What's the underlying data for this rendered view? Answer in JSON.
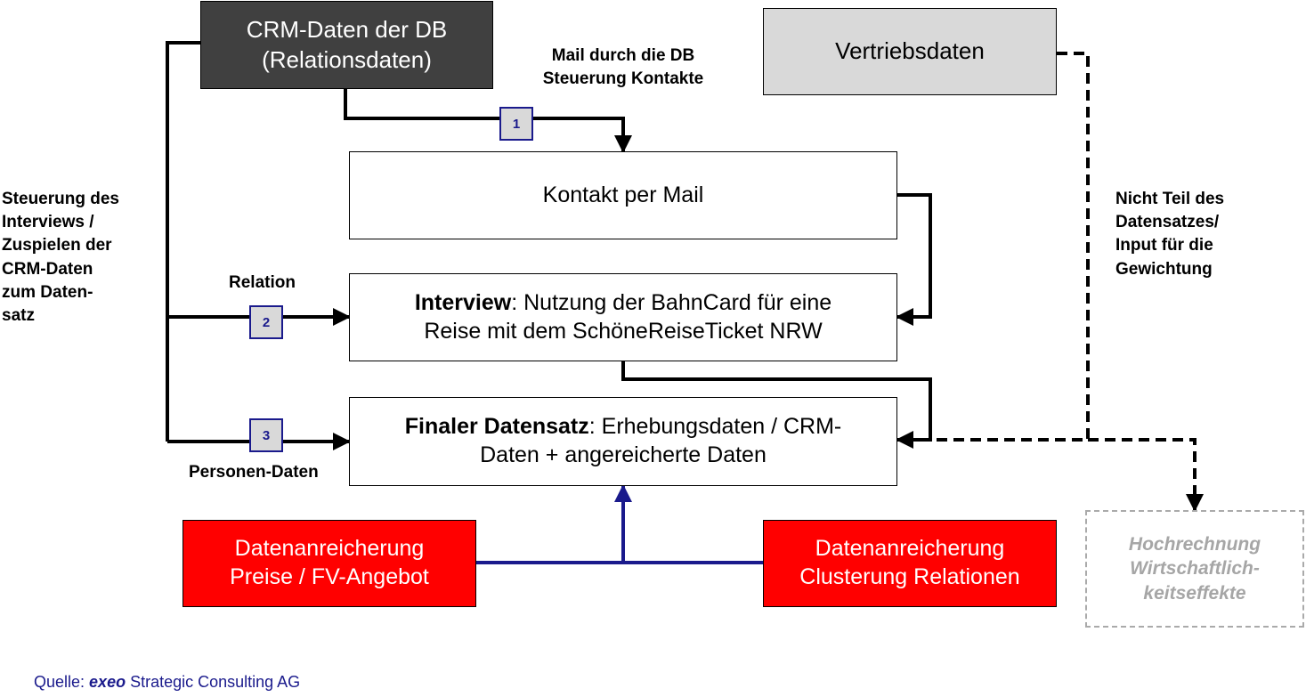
{
  "boxes": {
    "crm_line1": "CRM-Daten der DB",
    "crm_line2": "(Relationsdaten)",
    "vertriebsdaten": "Vertriebsdaten",
    "kontakt": "Kontakt per Mail",
    "interview_bold": "Interview",
    "interview_rest": ": Nutzung der BahnCard für eine",
    "interview_line2": "Reise mit dem SchöneReiseTicket NRW",
    "final_bold": "Finaler Datensatz",
    "final_rest": ": Erhebungsdaten / CRM-",
    "final_line2": "Daten + angereicherte Daten",
    "enrich_left_line1": "Datenanreicherung",
    "enrich_left_line2": "Preise / FV-Angebot",
    "enrich_right_line1": "Datenanreicherung",
    "enrich_right_line2": "Clusterung Relationen",
    "hochrechnung_line1": "Hochrechnung",
    "hochrechnung_line2": "Wirtschaftlich-",
    "hochrechnung_line3": "keitseffekte"
  },
  "labels": {
    "mail_line1": "Mail durch die DB",
    "mail_line2": "Steuerung Kontakte",
    "left_lines": [
      "Steuerung des",
      "Interviews /",
      "Zuspielen der",
      "CRM-Daten",
      "zum Daten-",
      "satz"
    ],
    "right_lines": [
      "Nicht Teil des",
      "Datensatzes/",
      "Input für die",
      "Gewichtung"
    ],
    "relation": "Relation",
    "personen": "Personen-Daten"
  },
  "badges": [
    "1",
    "2",
    "3"
  ],
  "source": {
    "prefix": "Quelle: ",
    "brand": "exeo",
    "suffix": " Strategic Consulting AG"
  },
  "colors": {
    "dark_box": "#404040",
    "grey_box": "#d9d9d9",
    "red_box": "#ff0000",
    "accent_blue": "#1a1a8c",
    "dashed_grey": "#aaaaaa"
  }
}
